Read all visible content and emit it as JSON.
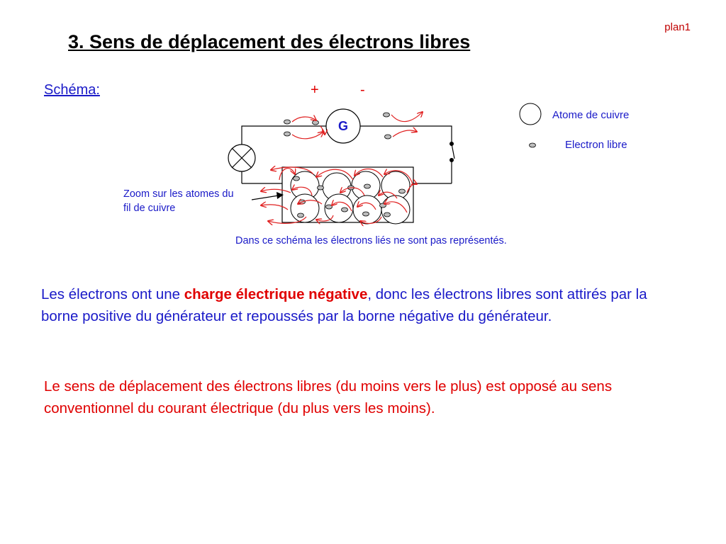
{
  "corner_label": "plan1",
  "title": "3. Sens de déplacement des électrons libres",
  "schema_label": "Schéma:",
  "terminals": {
    "plus": "+",
    "minus": "-"
  },
  "generator_label": "G",
  "legend": {
    "atom_label": "Atome de cuivre",
    "electron_label": "Electron libre"
  },
  "zoom_label": "Zoom sur les atomes du fil de cuivre",
  "diagram_note": "Dans ce schéma les électrons liés ne sont pas représentés.",
  "paragraph1": {
    "before": "Les électrons ont une ",
    "emphasis": "charge électrique négative",
    "after": ", donc les électrons  libres sont attirés par la borne positive du générateur et repoussés par la borne négative du générateur."
  },
  "paragraph2": "Le sens de déplacement des électrons libres  (du moins vers le plus) est opposé au sens conventionnel du courant électrique (du plus vers les moins).",
  "colors": {
    "text_blue": "#1a1ac8",
    "text_red": "#e00000",
    "arrow_red": "#e02020",
    "electron_fill": "#bdbdbd"
  }
}
